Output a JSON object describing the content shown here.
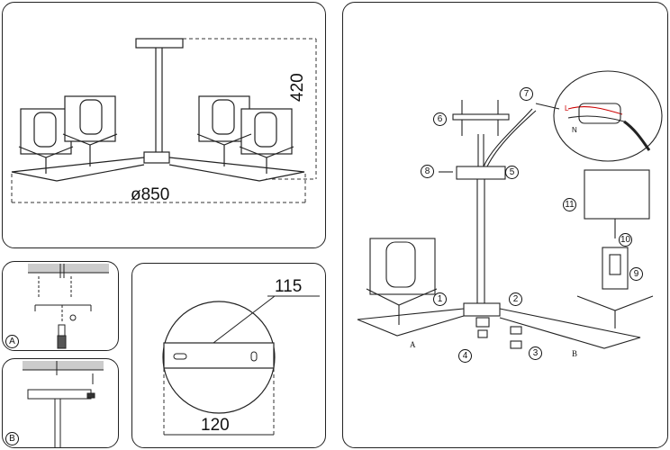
{
  "dimensions": {
    "height": "420",
    "diameter": "ø850",
    "plate_top": "115",
    "plate_bottom": "120"
  },
  "steps": {
    "a": "A",
    "b": "B"
  },
  "parts": {
    "p1": "1",
    "p2": "2",
    "p3": "3",
    "p4": "4",
    "p5": "5",
    "p6": "6",
    "p7": "7",
    "p8": "8",
    "p9": "9",
    "p10": "10",
    "p11": "11"
  },
  "arm_labels": {
    "left": "A",
    "right": "B"
  },
  "wiring_labels": {
    "l": "L",
    "n": "N"
  }
}
